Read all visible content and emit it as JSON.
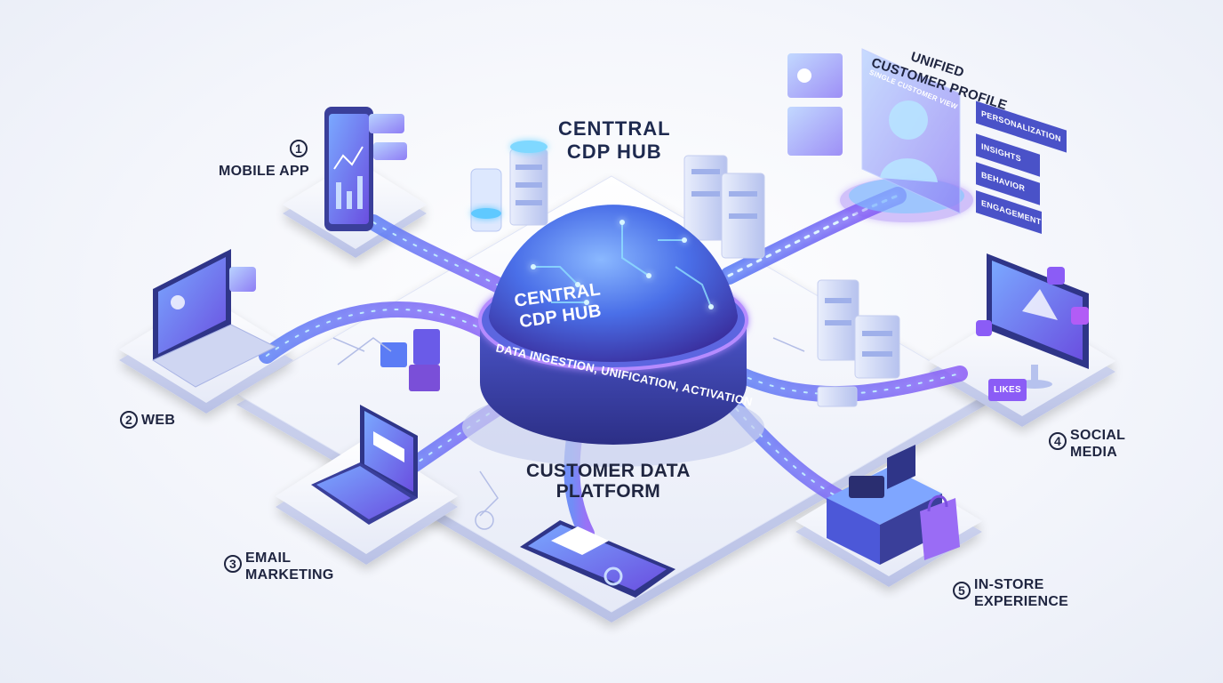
{
  "hub": {
    "top_title": [
      "CENTTRAL",
      "CDP HUB"
    ],
    "dome_title": [
      "CENTRAL",
      "CDP HUB"
    ],
    "ring_text": "DATA INGESTION, UNIFICATION, ACTIVATION"
  },
  "platform_title": [
    "CUSTOMER DATA",
    "PLATFORM"
  ],
  "profile": {
    "title": [
      "UNIFIED",
      "CUSTOMER PROFILE"
    ],
    "subtitle": "SINGLE CUSTOMER VIEW",
    "tags": [
      "PERSONALIZATION",
      "INSIGHTS",
      "BEHAVIOR",
      "ENGAGEMENT"
    ]
  },
  "channels": [
    {
      "num": "1",
      "lines": [
        "MOBILE APP"
      ]
    },
    {
      "num": "2",
      "lines": [
        "WEB"
      ]
    },
    {
      "num": "3",
      "lines": [
        "EMAIL",
        "MARKETING"
      ]
    },
    {
      "num": "4",
      "lines": [
        "SOCIAL",
        "MEDIA"
      ]
    },
    {
      "num": "5",
      "lines": [
        "IN-STORE",
        "EXPERIENCE"
      ]
    }
  ],
  "social_badge": "LIKES",
  "colors": {
    "accent_blue": "#3b6cf0",
    "accent_purple": "#9b5cf6",
    "glow_cyan": "#6fd3ff",
    "text_dark": "#1f2540"
  }
}
